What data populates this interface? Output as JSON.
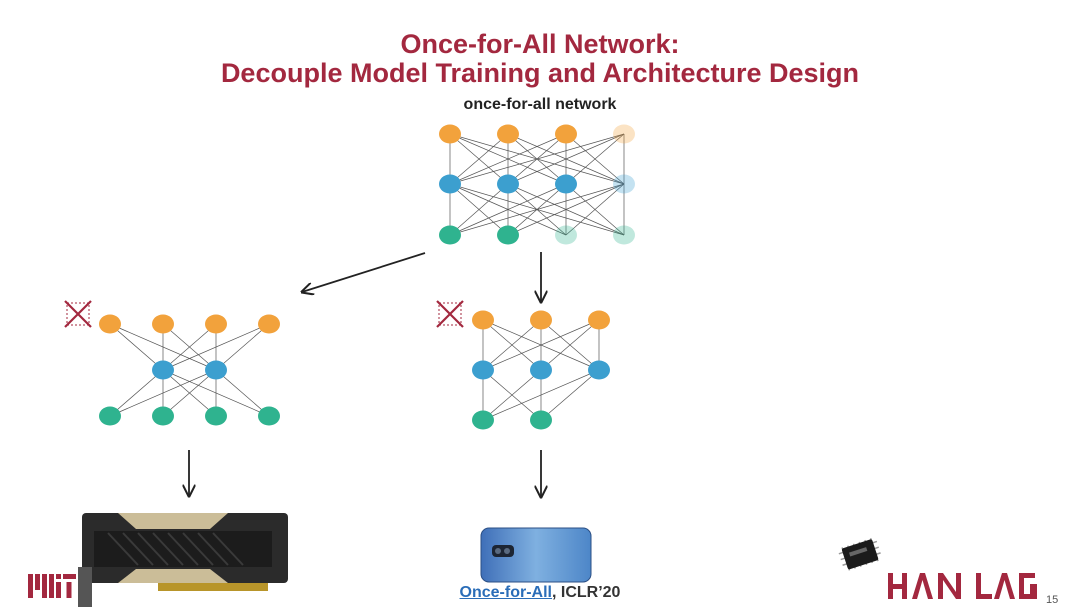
{
  "slide": {
    "title_line1": "Once-for-All Network:",
    "title_line2": "Decouple Model Training and Architecture Design",
    "network_label": "once-for-all network",
    "citation_link": "Once-for-All",
    "citation_rest": ", ICLR’20",
    "page_number": "15"
  },
  "colors": {
    "title": "#a3283f",
    "orange": "#f2a23c",
    "blue": "#3c9fcf",
    "green": "#2fb38f",
    "link": "#2a6db8",
    "cross": "#a3283f"
  },
  "icons": [
    "prune-cross-icon",
    "down-arrow-icon",
    "left-arrow-icon",
    "gpu-card-icon",
    "phone-icon",
    "microcontroller-chip-icon",
    "mit-logo",
    "han-lab-logo"
  ]
}
